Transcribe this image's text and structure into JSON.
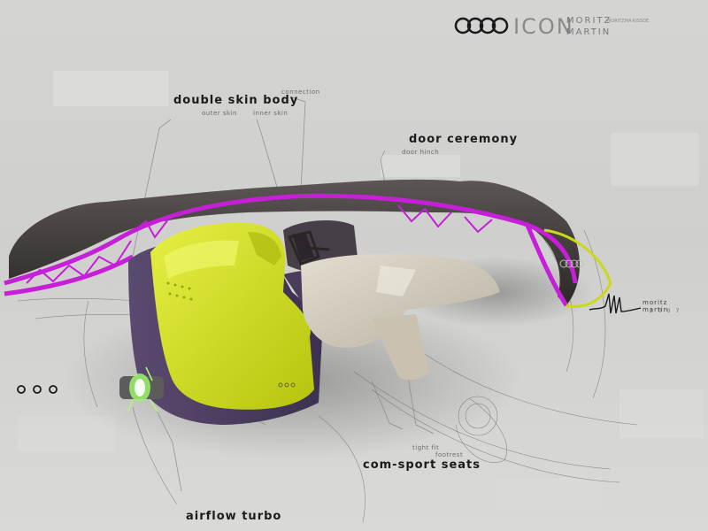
{
  "brand": {
    "wordmark": "ICON",
    "designer_first": "MORITZ",
    "designer_last": "MARTIN",
    "note": "MORITZMA·KISSDE"
  },
  "labels": {
    "double_skin": "double skin body",
    "connection": "connection",
    "outer_skin": "outer skin",
    "inner_skin": "inner skin",
    "door_ceremony": "door ceremony",
    "door_hinch": "door hinch",
    "com_sport_seats": "com-sport seats",
    "tight_fit": "tight fit",
    "footrest": "footrest",
    "airflow_turbo": "airflow turbo"
  },
  "signature": {
    "name": "moritz martin",
    "year": "2007"
  },
  "colors": {
    "accent_magenta": "#c61fd8",
    "accent_lime": "#d3e11a",
    "shell_dark": "#3e3a38",
    "seat_beige": "#d2cdbf",
    "bg": "#d4d4d2"
  }
}
